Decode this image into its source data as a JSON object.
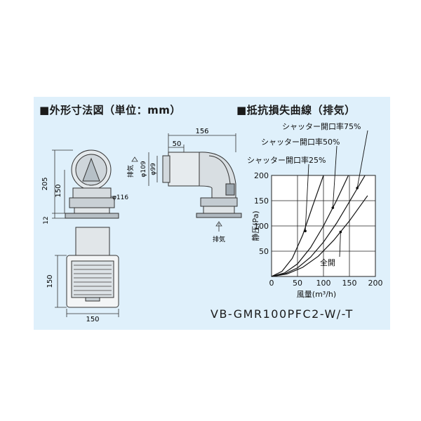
{
  "headings": {
    "dimensions": "■外形寸法図（単位：mm）",
    "curve": "■抵抗損失曲線（排気）"
  },
  "model_number": "VB-GMR100PFC2-W/-T",
  "dimension_labels": {
    "width_side": "156",
    "depth_50": "50",
    "height_205": "205",
    "height_150": "150",
    "flange_12": "12",
    "dia_116": "φ116",
    "dia_109": "φ109",
    "dia_99": "φ99",
    "grille_height": "150",
    "grille_width": "150",
    "exhaust_in": "排気",
    "exhaust_out": "排気"
  },
  "chart_data": {
    "type": "line",
    "xlabel": "風量(m³/h)",
    "ylabel": "静圧(Pa)",
    "xlim": [
      0,
      200
    ],
    "ylim": [
      0,
      200
    ],
    "xticks": [
      0,
      50,
      100,
      150,
      200
    ],
    "yticks": [
      50,
      100,
      150,
      200
    ],
    "grid": true,
    "series": [
      {
        "name": "シャッター開口率25%",
        "x": [
          0,
          20,
          40,
          60,
          80,
          100
        ],
        "y": [
          0,
          10,
          36,
          82,
          142,
          200
        ]
      },
      {
        "name": "シャッター開口率50%",
        "x": [
          0,
          25,
          50,
          75,
          100,
          125,
          148
        ],
        "y": [
          0,
          7,
          25,
          57,
          100,
          150,
          200
        ]
      },
      {
        "name": "シャッター開口率75%",
        "x": [
          0,
          25,
          50,
          75,
          100,
          125,
          150,
          180
        ],
        "y": [
          0,
          5,
          17,
          38,
          68,
          105,
          148,
          200
        ]
      },
      {
        "name": "全開",
        "x": [
          0,
          30,
          60,
          90,
          120,
          150,
          185
        ],
        "y": [
          0,
          5,
          18,
          40,
          72,
          110,
          160
        ]
      }
    ]
  }
}
